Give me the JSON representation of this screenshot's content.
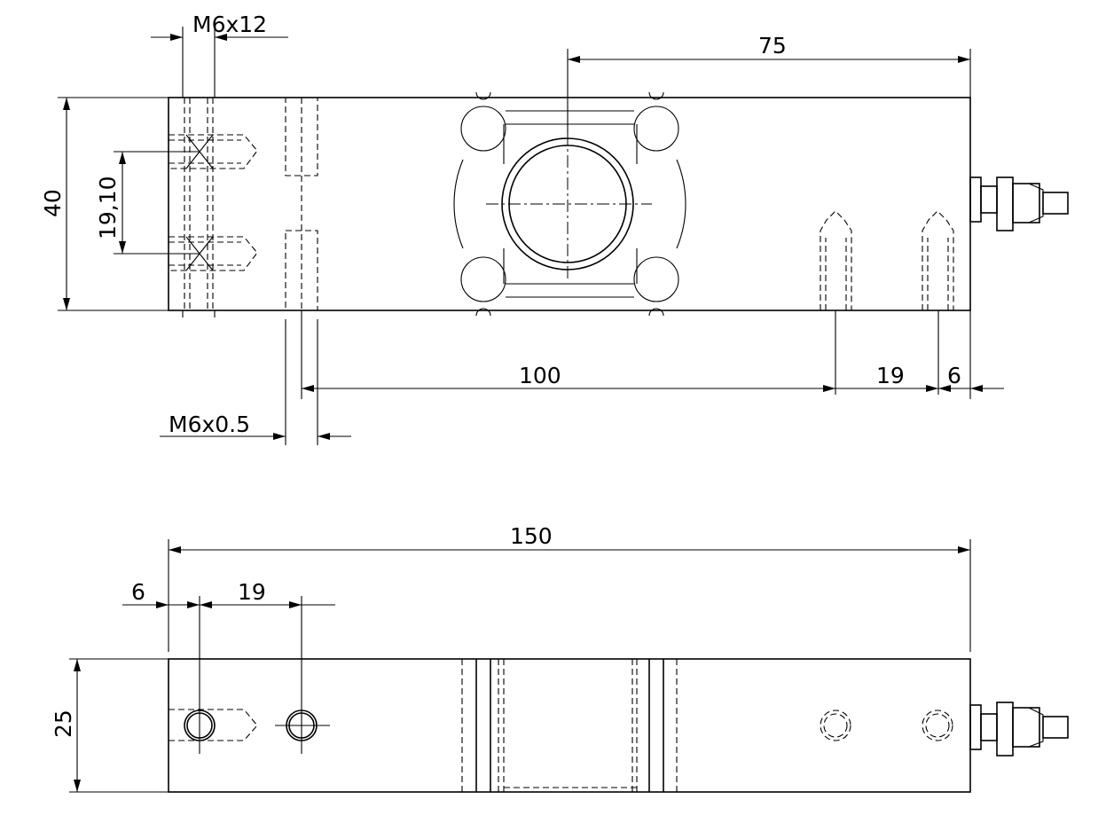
{
  "dimensions": {
    "thread_top": "M6x12",
    "width_75": "75",
    "height_40": "40",
    "pitch_vertical": "19,10",
    "length_100": "100",
    "spacing_19_top": "19",
    "edge_6_top": "6",
    "thread_side": "M6x0.5",
    "length_150": "150",
    "edge_6_bottom": "6",
    "spacing_19_bottom": "19",
    "height_25": "25"
  },
  "colors": {
    "line": "#000000",
    "background": "#ffffff"
  }
}
